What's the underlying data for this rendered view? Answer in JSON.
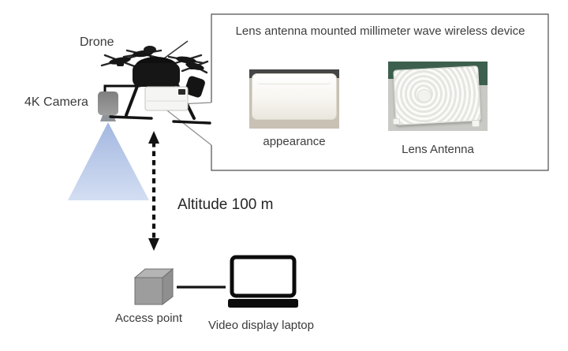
{
  "diagram": {
    "labels": {
      "drone": "Drone",
      "camera": "4K Camera",
      "altitude": "Altitude 100 m",
      "access_point": "Access point",
      "laptop": "Video display laptop"
    },
    "device_box": {
      "title": "Lens antenna mounted millimeter wave wireless device",
      "photos": [
        {
          "caption": "appearance"
        },
        {
          "caption": "Lens Antenna"
        }
      ]
    },
    "icons": [
      "drone-icon",
      "camera-icon",
      "camera-beam-icon",
      "altitude-arrow-icon",
      "access-point-cube-icon",
      "laptop-icon",
      "callout-lines",
      "device-box-outline"
    ],
    "colors": {
      "text": "#3a3a3a",
      "beam_top": "#a3b7e0",
      "beam_bottom": "#d3def2",
      "camera_gray": "#8c8c8c",
      "cube_front": "#9d9d9d",
      "cube_top": "#b4b4b4",
      "cube_side": "#8f8f8f",
      "line_black": "#121212",
      "callout_gray": "#8f8f8f",
      "photo_green": "#3d604e",
      "box_border": "#4d4d4d"
    }
  }
}
